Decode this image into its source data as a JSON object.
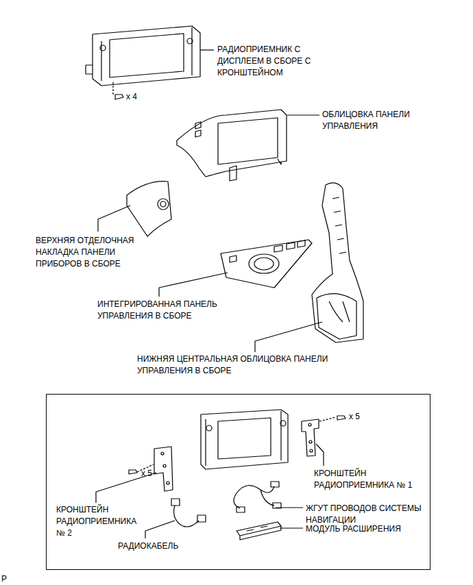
{
  "diagram": {
    "nodes": [
      {
        "text": [
          "x 5",
          "КРОНШТЕЙН РАДИОПРИЕМНИКА № 1",
          "x 5",
          "ЖГУТ ПРОВОДОВ СИСТЕМЫ НАВИГАЦИИ",
          "МОДУЛЬ РАСШИРЕНИЯ",
          "КРОНШТЕЙН РАДИОПРИЕМНИКА № 2",
          "РАДИОКАБЕЛЬ"
        ]
      }
    ],
    "edges": [],
    "labels": [
      "РАДИОПРИЕМНИК С ДИСПЛЕЕМ В СБОРЕ С КРОНШТЕЙНОМ",
      "x 4",
      "ОБЛИЦОВКА ПАНЕЛИ УПРАВЛЕНИЯ",
      "ВЕРХНЯЯ ОТДЕЛОЧНАЯ НАКЛАДКА ПАНЕЛИ ПРИБОРОВ В СБОРЕ",
      "ИНТЕГРИРОВАННАЯ ПАНЕЛЬ УПРАВЛЕНИЯ В СБОРЕ",
      "НИЖНЯЯ ЦЕНТРАЛЬНАЯ ОБЛИЦОВКА ПАНЕЛИ УПРАВЛЕНИЯ В СБОРЕ",
      "P"
    ]
  }
}
